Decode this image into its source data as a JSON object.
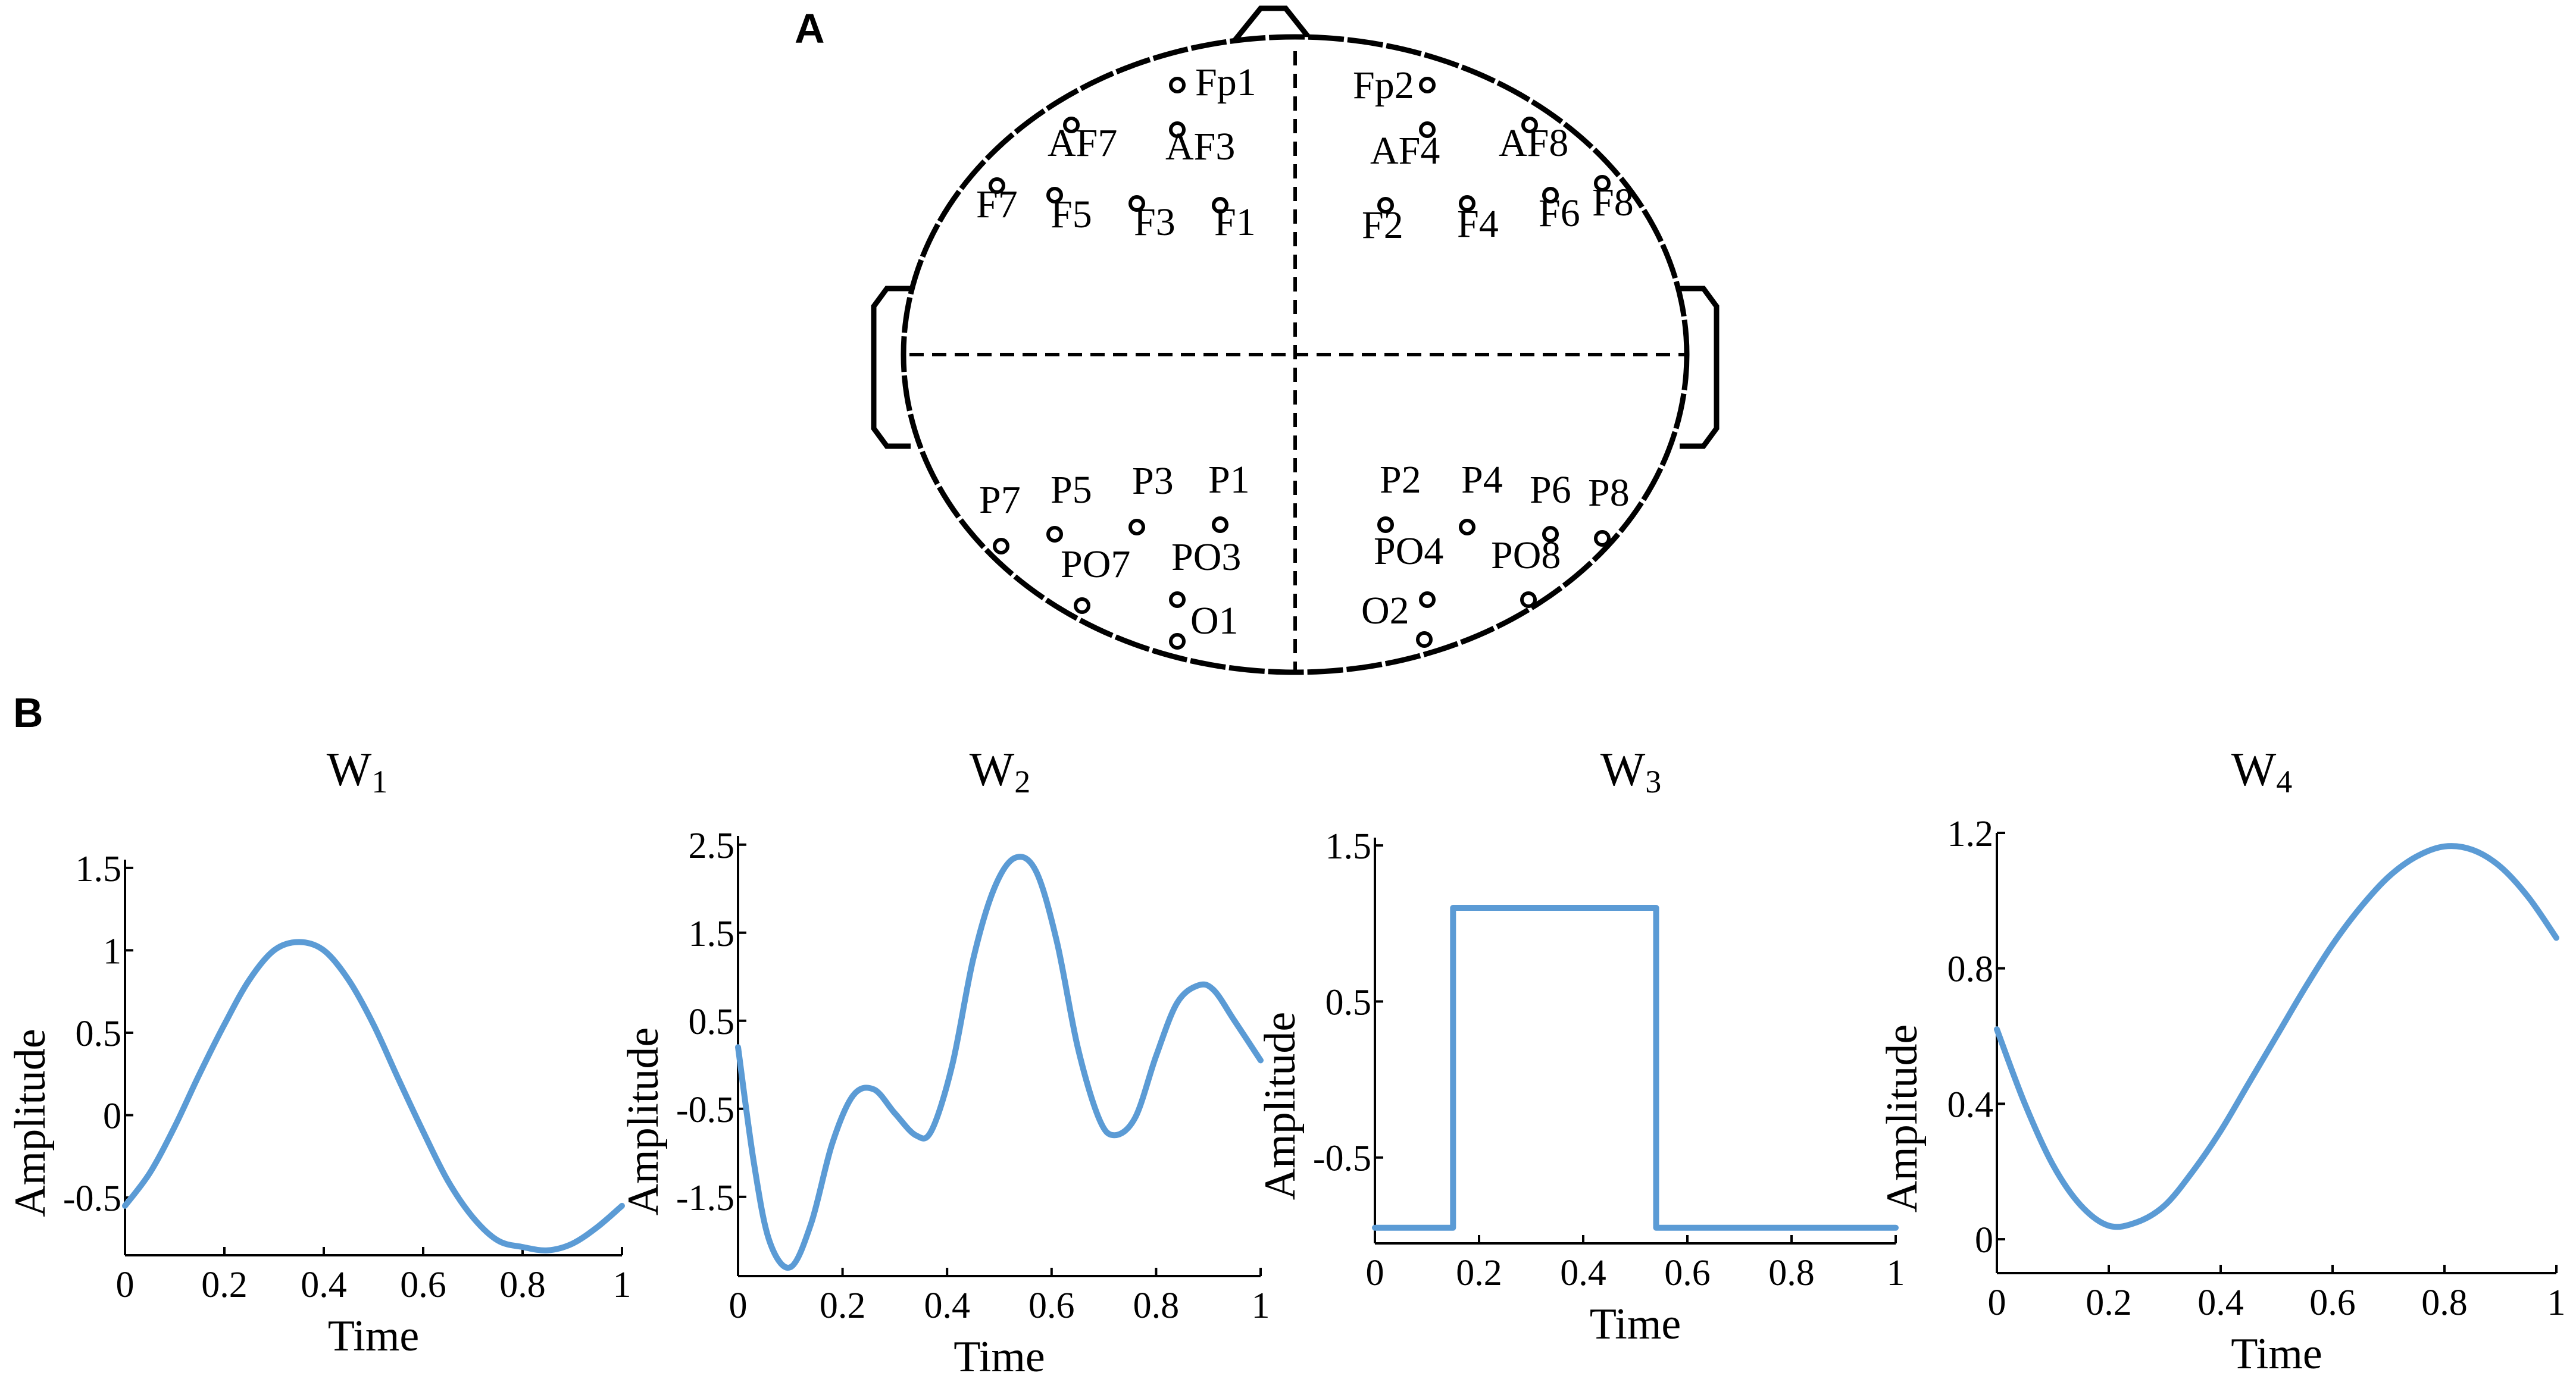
{
  "panel_a": {
    "letter": "A",
    "electrodes": [
      {
        "name": "Fp1"
      },
      {
        "name": "Fp2"
      },
      {
        "name": "AF7"
      },
      {
        "name": "AF3"
      },
      {
        "name": "AF4"
      },
      {
        "name": "AF8"
      },
      {
        "name": "F7"
      },
      {
        "name": "F5"
      },
      {
        "name": "F3"
      },
      {
        "name": "F1"
      },
      {
        "name": "F2"
      },
      {
        "name": "F4"
      },
      {
        "name": "F6"
      },
      {
        "name": "F8"
      },
      {
        "name": "P7"
      },
      {
        "name": "P5"
      },
      {
        "name": "P3"
      },
      {
        "name": "P1"
      },
      {
        "name": "P2"
      },
      {
        "name": "P4"
      },
      {
        "name": "P6"
      },
      {
        "name": "P8"
      },
      {
        "name": "PO7"
      },
      {
        "name": "PO3"
      },
      {
        "name": "PO4"
      },
      {
        "name": "PO8"
      },
      {
        "name": "O1"
      },
      {
        "name": "O2"
      }
    ]
  },
  "panel_b": {
    "letter": "B"
  },
  "chart_data": [
    {
      "type": "line",
      "title_main": "W",
      "title_sub": "1",
      "xlabel": "Time",
      "ylabel": "Amplitude",
      "xlim": [
        0,
        1
      ],
      "ylim": [
        -0.85,
        1.55
      ],
      "xticks": [
        "0",
        "0.2",
        "0.4",
        "0.6",
        "0.8",
        "1"
      ],
      "yticks": [
        {
          "v": 1.5,
          "label": "1.5"
        },
        {
          "v": 1,
          "label": "1"
        },
        {
          "v": 0.5,
          "label": "0.5"
        },
        {
          "v": 0,
          "label": "0"
        },
        {
          "v": -0.5,
          "label": "-0.5"
        }
      ],
      "color": "#5b9bd5",
      "series": [
        {
          "x": [
            0,
            0.05,
            0.1,
            0.15,
            0.2,
            0.25,
            0.3,
            0.35,
            0.4,
            0.45,
            0.5,
            0.55,
            0.6,
            0.65,
            0.7,
            0.75,
            0.8,
            0.85,
            0.9,
            0.95,
            1
          ],
          "y": [
            -0.55,
            -0.35,
            -0.07,
            0.25,
            0.55,
            0.82,
            1.0,
            1.05,
            1.0,
            0.82,
            0.55,
            0.22,
            -0.1,
            -0.4,
            -0.62,
            -0.76,
            -0.8,
            -0.82,
            -0.78,
            -0.68,
            -0.55
          ]
        }
      ]
    },
    {
      "type": "line",
      "title_main": "W",
      "title_sub": "2",
      "xlabel": "Time",
      "ylabel": "Amplitude",
      "xlim": [
        0,
        1
      ],
      "ylim": [
        -2.4,
        2.6
      ],
      "xticks": [
        "0",
        "0.2",
        "0.4",
        "0.6",
        "0.8",
        "1"
      ],
      "yticks": [
        {
          "v": 2.5,
          "label": "2.5"
        },
        {
          "v": 1.5,
          "label": "1.5"
        },
        {
          "v": 0.5,
          "label": "0.5"
        },
        {
          "v": -0.5,
          "label": "-0.5"
        },
        {
          "v": -1.5,
          "label": "-1.5"
        }
      ],
      "color": "#5b9bd5",
      "series": [
        {
          "x": [
            0,
            0.03,
            0.06,
            0.1,
            0.14,
            0.18,
            0.22,
            0.26,
            0.3,
            0.34,
            0.37,
            0.41,
            0.45,
            0.49,
            0.53,
            0.57,
            0.61,
            0.65,
            0.69,
            0.72,
            0.76,
            0.8,
            0.84,
            0.88,
            0.91,
            0.95,
            1
          ],
          "y": [
            0.2,
            -1.1,
            -2.0,
            -2.3,
            -1.8,
            -0.9,
            -0.35,
            -0.28,
            -0.55,
            -0.8,
            -0.75,
            0.0,
            1.2,
            2.0,
            2.35,
            2.2,
            1.4,
            0.2,
            -0.6,
            -0.8,
            -0.6,
            0.1,
            0.7,
            0.9,
            0.85,
            0.5,
            0.05
          ]
        }
      ]
    },
    {
      "type": "line",
      "title_main": "W",
      "title_sub": "3",
      "xlabel": "Time",
      "ylabel": "Amplitude",
      "xlim": [
        0,
        1
      ],
      "ylim": [
        -1.05,
        1.55
      ],
      "xticks": [
        "0",
        "0.2",
        "0.4",
        "0.6",
        "0.8",
        "1"
      ],
      "yticks": [
        {
          "v": 1.5,
          "label": "1.5"
        },
        {
          "v": 0.5,
          "label": "0.5"
        },
        {
          "v": -0.5,
          "label": "-0.5"
        }
      ],
      "color": "#5b9bd5",
      "series": [
        {
          "x": [
            0,
            0.15,
            0.15,
            0.54,
            0.54,
            1
          ],
          "y": [
            -0.95,
            -0.95,
            1.1,
            1.1,
            -0.95,
            -0.95
          ]
        }
      ]
    },
    {
      "type": "line",
      "title_main": "W",
      "title_sub": "4",
      "xlabel": "Time",
      "ylabel": "Amplitude",
      "xlim": [
        0,
        1
      ],
      "ylim": [
        -0.1,
        1.2
      ],
      "xticks": [
        "0",
        "0.2",
        "0.4",
        "0.6",
        "0.8",
        "1"
      ],
      "yticks": [
        {
          "v": 1.2,
          "label": "1.2"
        },
        {
          "v": 0.8,
          "label": "0.8"
        },
        {
          "v": 0.4,
          "label": "0.4"
        },
        {
          "v": 0,
          "label": "0"
        }
      ],
      "color": "#5b9bd5",
      "series": [
        {
          "x": [
            0,
            0.05,
            0.1,
            0.15,
            0.2,
            0.25,
            0.3,
            0.35,
            0.4,
            0.45,
            0.5,
            0.55,
            0.6,
            0.65,
            0.7,
            0.75,
            0.8,
            0.85,
            0.9,
            0.95,
            1
          ],
          "y": [
            0.62,
            0.4,
            0.22,
            0.1,
            0.04,
            0.05,
            0.1,
            0.2,
            0.32,
            0.46,
            0.6,
            0.74,
            0.87,
            0.98,
            1.07,
            1.13,
            1.16,
            1.15,
            1.1,
            1.01,
            0.89
          ]
        }
      ]
    }
  ]
}
